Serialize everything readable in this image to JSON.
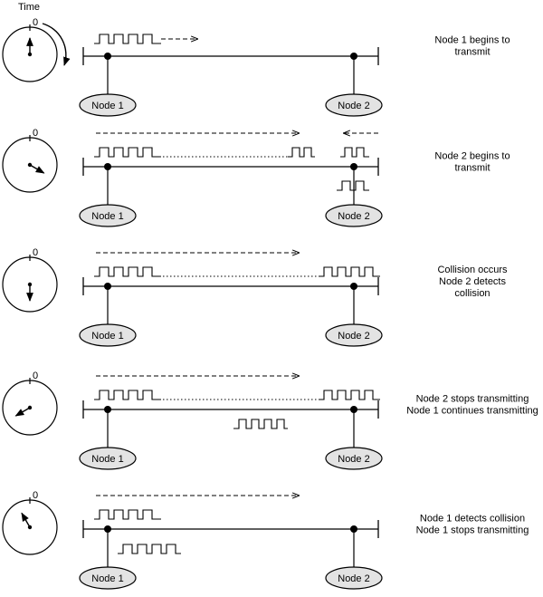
{
  "title": "Time",
  "clock_zero": "0",
  "node1_label": "Node 1",
  "node2_label": "Node 2",
  "colors": {
    "stroke": "#000000",
    "node_fill": "#e3e3e3",
    "background": "#ffffff"
  },
  "stages": [
    {
      "caption": [
        "Node 1 begins to",
        "transmit"
      ],
      "clock_hand_angle_deg": 0,
      "rotation_arrow": true,
      "arrow_right": "short",
      "arrow_left": false,
      "node1_packet": "above",
      "node2_packet": "none",
      "dotted_line": false,
      "travelling_packet": "none",
      "node2_bottom_wave": false,
      "free_packet": false
    },
    {
      "caption": [
        "Node 2 begins to",
        "transmit"
      ],
      "clock_hand_angle_deg": 120,
      "rotation_arrow": false,
      "arrow_right": "long",
      "arrow_left": true,
      "node1_packet": "above",
      "node2_packet": "short",
      "dotted_line": true,
      "travelling_packet": "front",
      "node2_bottom_wave": true,
      "free_packet": false
    },
    {
      "caption": [
        "Collision occurs",
        "Node 2 detects",
        "collision"
      ],
      "clock_hand_angle_deg": 180,
      "rotation_arrow": false,
      "arrow_right": "long",
      "arrow_left": false,
      "node1_packet": "above",
      "node2_packet": "long",
      "dotted_line": true,
      "travelling_packet": "none",
      "node2_bottom_wave": false,
      "free_packet": false
    },
    {
      "caption": [
        "Node 2 stops transmitting",
        "Node 1 continues transmitting"
      ],
      "clock_hand_angle_deg": 240,
      "rotation_arrow": false,
      "arrow_right": "long",
      "arrow_left": false,
      "node1_packet": "above",
      "node2_packet": "long",
      "dotted_line": true,
      "travelling_packet": "none",
      "node2_bottom_wave": false,
      "free_packet": true
    },
    {
      "caption": [
        "Node 1 detects collision",
        "Node 1 stops transmitting"
      ],
      "clock_hand_angle_deg": 330,
      "rotation_arrow": false,
      "arrow_right": "long",
      "arrow_left": false,
      "node1_packet": "above_and_below",
      "node2_packet": "none",
      "dotted_line": false,
      "travelling_packet": "none",
      "node2_bottom_wave": false,
      "free_packet": false
    }
  ]
}
